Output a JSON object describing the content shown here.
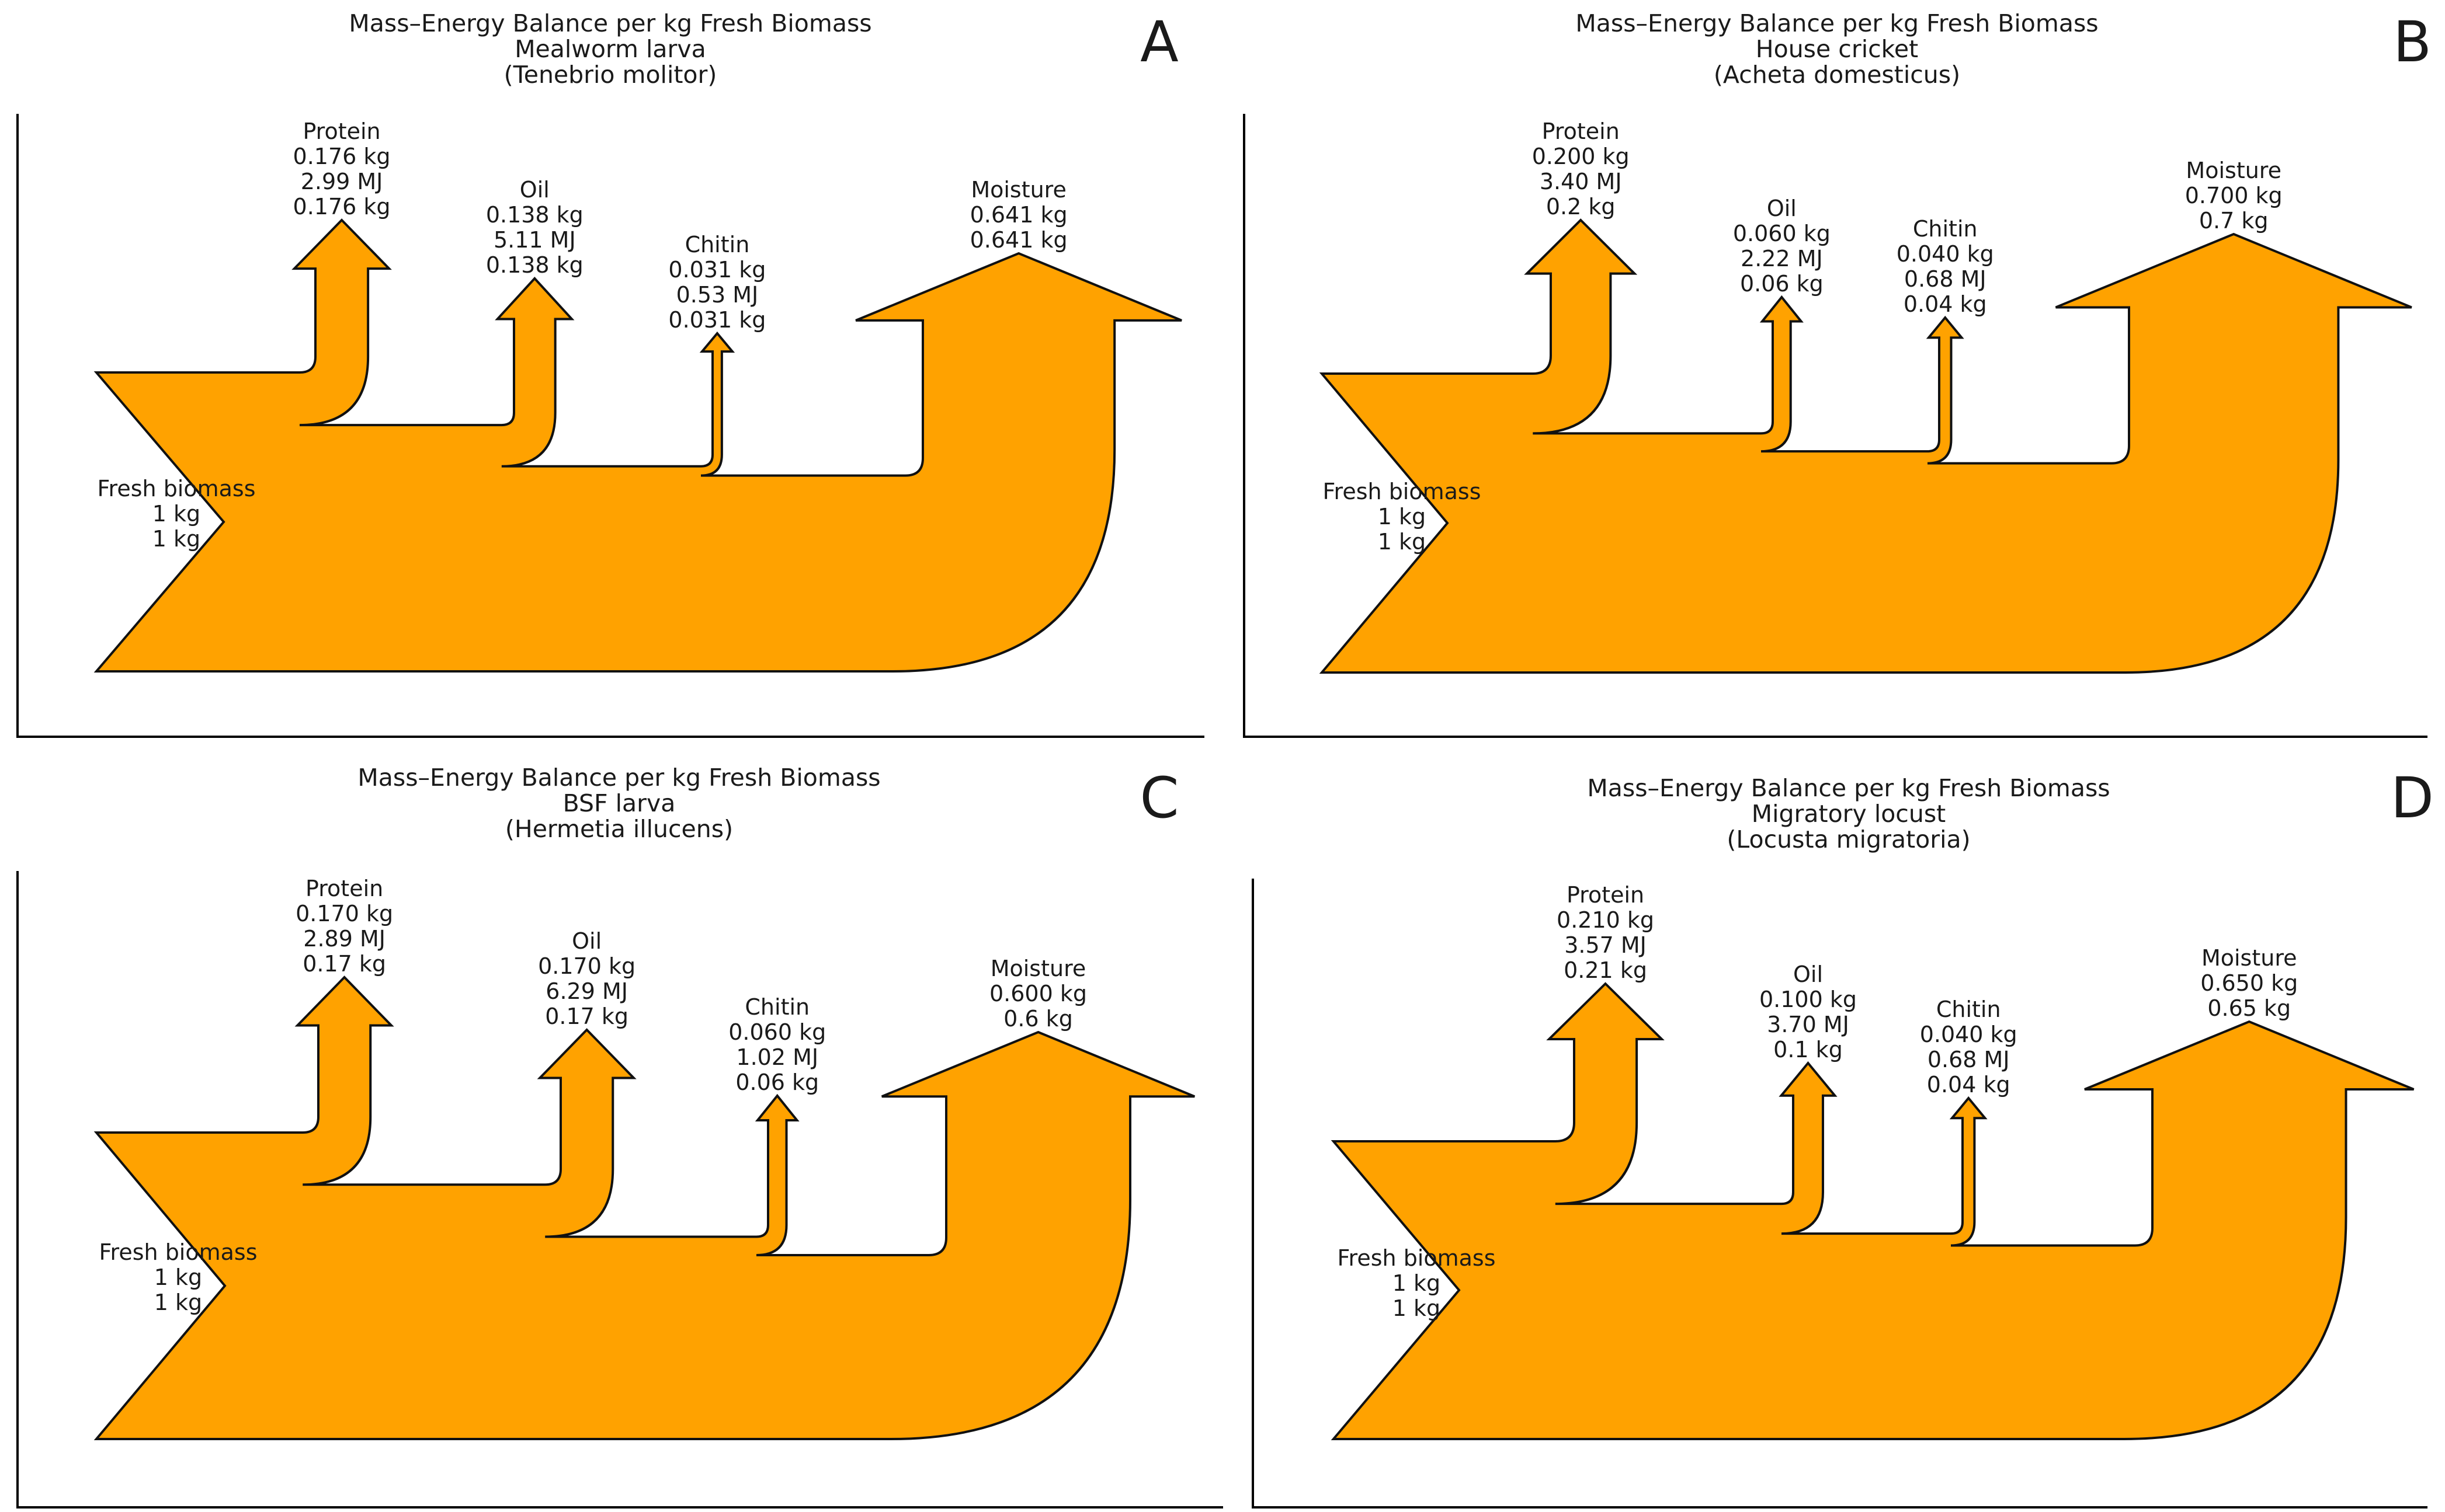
{
  "figure": {
    "title_line": "Mass–Energy Balance per kg Fresh Biomass",
    "flow_color": "#FFA200",
    "edge_color": "#111111"
  },
  "chart_data": [
    {
      "type": "sankey",
      "panel_letter": "A",
      "title": [
        "Mass–Energy Balance per kg Fresh Biomass",
        "Mealworm larva",
        "(Tenebrio molitor)"
      ],
      "input": {
        "name": "Fresh biomass",
        "labels": [
          "1 kg",
          "1 kg"
        ],
        "mass_kg": 1
      },
      "outputs": [
        {
          "name": "Protein",
          "labels": [
            "0.176 kg",
            "2.99 MJ",
            "0.176 kg"
          ],
          "mass_kg": 0.176,
          "energy_MJ": 2.99
        },
        {
          "name": "Oil",
          "labels": [
            "0.138 kg",
            "5.11 MJ",
            "0.138 kg"
          ],
          "mass_kg": 0.138,
          "energy_MJ": 5.11
        },
        {
          "name": "Chitin",
          "labels": [
            "0.031 kg",
            "0.53 MJ",
            "0.031 kg"
          ],
          "mass_kg": 0.031,
          "energy_MJ": 0.53
        },
        {
          "name": "Moisture",
          "labels": [
            "0.641 kg",
            "0.641 kg"
          ],
          "mass_kg": 0.641
        }
      ]
    },
    {
      "type": "sankey",
      "panel_letter": "B",
      "title": [
        "Mass–Energy Balance per kg Fresh Biomass",
        "House cricket",
        "(Acheta domesticus)"
      ],
      "input": {
        "name": "Fresh biomass",
        "labels": [
          "1 kg",
          "1 kg"
        ],
        "mass_kg": 1
      },
      "outputs": [
        {
          "name": "Protein",
          "labels": [
            "0.200 kg",
            "3.40 MJ",
            "0.2 kg"
          ],
          "mass_kg": 0.2,
          "energy_MJ": 3.4
        },
        {
          "name": "Oil",
          "labels": [
            "0.060 kg",
            "2.22 MJ",
            "0.06 kg"
          ],
          "mass_kg": 0.06,
          "energy_MJ": 2.22
        },
        {
          "name": "Chitin",
          "labels": [
            "0.040 kg",
            "0.68 MJ",
            "0.04 kg"
          ],
          "mass_kg": 0.04,
          "energy_MJ": 0.68
        },
        {
          "name": "Moisture",
          "labels": [
            "0.700 kg",
            "0.7 kg"
          ],
          "mass_kg": 0.7
        }
      ]
    },
    {
      "type": "sankey",
      "panel_letter": "C",
      "title": [
        "Mass–Energy Balance per kg Fresh Biomass",
        "BSF larva",
        "(Hermetia illucens)"
      ],
      "input": {
        "name": "Fresh biomass",
        "labels": [
          "1 kg",
          "1 kg"
        ],
        "mass_kg": 1
      },
      "outputs": [
        {
          "name": "Protein",
          "labels": [
            "0.170 kg",
            "2.89 MJ",
            "0.17 kg"
          ],
          "mass_kg": 0.17,
          "energy_MJ": 2.89
        },
        {
          "name": "Oil",
          "labels": [
            "0.170 kg",
            "6.29 MJ",
            "0.17 kg"
          ],
          "mass_kg": 0.17,
          "energy_MJ": 6.29
        },
        {
          "name": "Chitin",
          "labels": [
            "0.060 kg",
            "1.02 MJ",
            "0.06 kg"
          ],
          "mass_kg": 0.06,
          "energy_MJ": 1.02
        },
        {
          "name": "Moisture",
          "labels": [
            "0.600 kg",
            "0.6 kg"
          ],
          "mass_kg": 0.6
        }
      ]
    },
    {
      "type": "sankey",
      "panel_letter": "D",
      "title": [
        "Mass–Energy Balance per kg Fresh Biomass",
        "Migratory locust",
        "(Locusta migratoria)"
      ],
      "input": {
        "name": "Fresh biomass",
        "labels": [
          "1 kg",
          "1 kg"
        ],
        "mass_kg": 1
      },
      "outputs": [
        {
          "name": "Protein",
          "labels": [
            "0.210 kg",
            "3.57 MJ",
            "0.21 kg"
          ],
          "mass_kg": 0.21,
          "energy_MJ": 3.57
        },
        {
          "name": "Oil",
          "labels": [
            "0.100 kg",
            "3.70 MJ",
            "0.1 kg"
          ],
          "mass_kg": 0.1,
          "energy_MJ": 3.7
        },
        {
          "name": "Chitin",
          "labels": [
            "0.040 kg",
            "0.68 MJ",
            "0.04 kg"
          ],
          "mass_kg": 0.04,
          "energy_MJ": 0.68
        },
        {
          "name": "Moisture",
          "labels": [
            "0.650 kg",
            "0.65 kg"
          ],
          "mass_kg": 0.65
        }
      ]
    }
  ]
}
